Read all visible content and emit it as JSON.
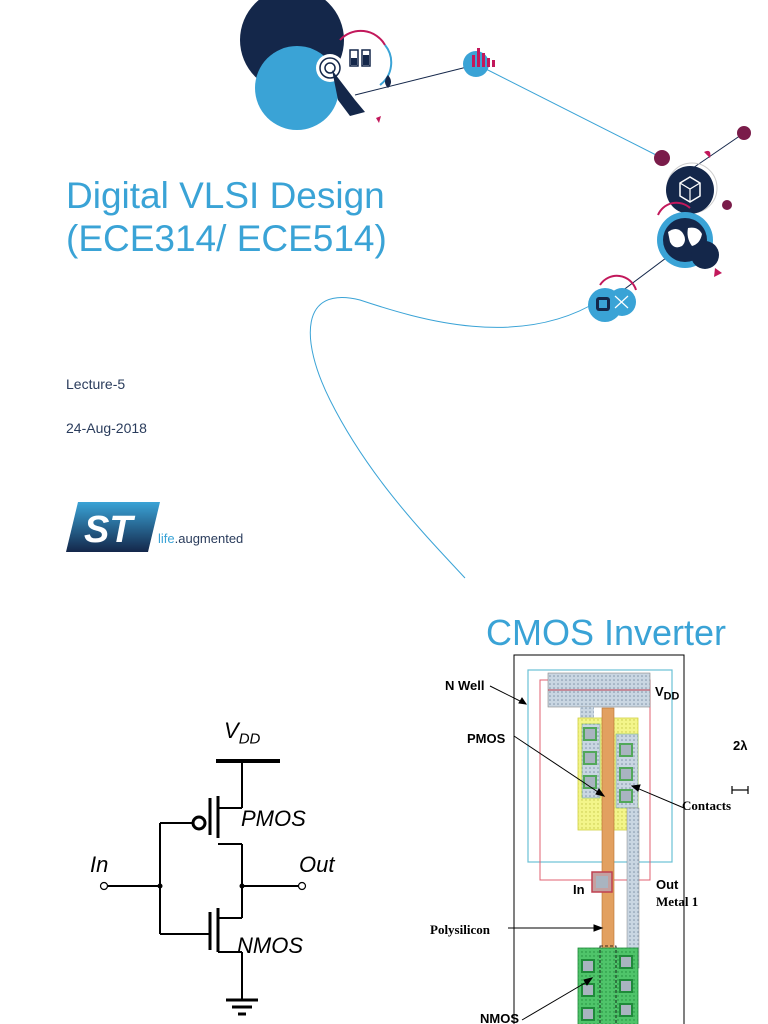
{
  "slide1": {
    "title_line1": "Digital VLSI Design",
    "title_line2": "(ECE314/ ECE514)",
    "lecture": "Lecture-5",
    "date": "24-Aug-2018",
    "logo": {
      "mark": "ST",
      "tagline_a": "life",
      "tagline_b": ".augmented"
    },
    "icons": [
      "touch-icon",
      "battery-icon",
      "equalizer-icon",
      "cube-icon",
      "globe-icon",
      "chip-icon"
    ],
    "colors": {
      "accent": "#3aa3d6",
      "navy": "#14274a",
      "magenta": "#c2185b"
    }
  },
  "slide2": {
    "title": "CMOS Inverter",
    "schematic": {
      "vdd": "V",
      "vdd_sub": "DD",
      "pmos": "PMOS",
      "nmos": "NMOS",
      "in": "In",
      "out": "Out"
    },
    "layout": {
      "nwell": "N Well",
      "vdd": "V",
      "vdd_sub": "DD",
      "pmos": "PMOS",
      "contacts": "Contacts",
      "in": "In",
      "out": "Out",
      "metal1": "Metal 1",
      "polysilicon": "Polysilicon",
      "nmos": "NMOS",
      "scale": "2λ"
    }
  }
}
